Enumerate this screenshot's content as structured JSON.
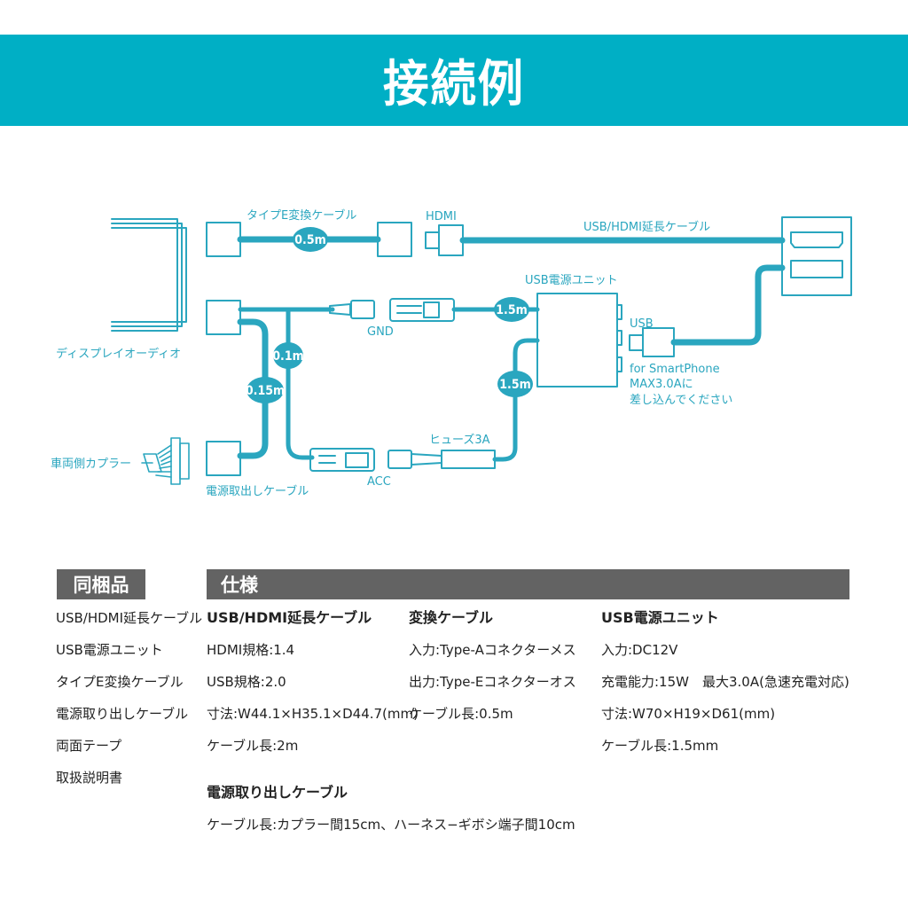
{
  "header": {
    "title": "接続例"
  },
  "diagram": {
    "labels": {
      "display_audio": "ディスプレイオーディオ",
      "vehicle_coupler": "車両側カプラー",
      "power_takeoff_cable": "電源取出しケーブル",
      "type_e_cable": "タイプE変換ケーブル",
      "hdmi": "HDMI",
      "usb_hdmi_ext": "USB/HDMI延長ケーブル",
      "usb_power_unit": "USB電源ユニット",
      "gnd": "GND",
      "acc": "ACC",
      "fuse": "ヒューズ3A",
      "usb": "USB",
      "note_line1": "for SmartPhone",
      "note_line2": "MAX3.0Aに",
      "note_line3": "差し込んでください"
    },
    "lengths": {
      "type_e": "0.5m",
      "branch_acc": "0.1m",
      "coupler": "0.15m",
      "gnd_lead": "1.5m",
      "acc_lead": "1.5m"
    },
    "colors": {
      "accent": "#2aa6bf",
      "banner": "#00afc5",
      "section": "#636363"
    }
  },
  "contents": {
    "title": "同梱品",
    "items": [
      "USB/HDMI延長ケーブル",
      "USB電源ユニット",
      "タイプE変換ケーブル",
      "電源取り出しケーブル",
      "両面テープ",
      "取扱説明書"
    ]
  },
  "specs": {
    "title": "仕様",
    "usb_hdmi": {
      "title": "USB/HDMI延長ケーブル",
      "rows": [
        "HDMI規格:1.4",
        "USB規格:2.0",
        "寸法:W44.1×H35.1×D44.7(mm)",
        "ケーブル長:2m"
      ]
    },
    "conversion": {
      "title": "変換ケーブル",
      "rows": [
        "入力:Type-Aコネクターメス",
        "出力:Type-Eコネクターオス",
        "ケーブル長:0.5m"
      ]
    },
    "power_unit": {
      "title": "USB電源ユニット",
      "rows": [
        "入力:DC12V",
        "充電能力:15W　最大3.0A(急速充電対応)",
        "寸法:W70×H19×D61(mm)",
        "ケーブル長:1.5mm"
      ]
    },
    "power_cable": {
      "title": "電源取り出しケーブル",
      "rows": [
        "ケーブル長:カプラー間15cm、ハーネス−ギボシ端子間10cm"
      ]
    }
  }
}
